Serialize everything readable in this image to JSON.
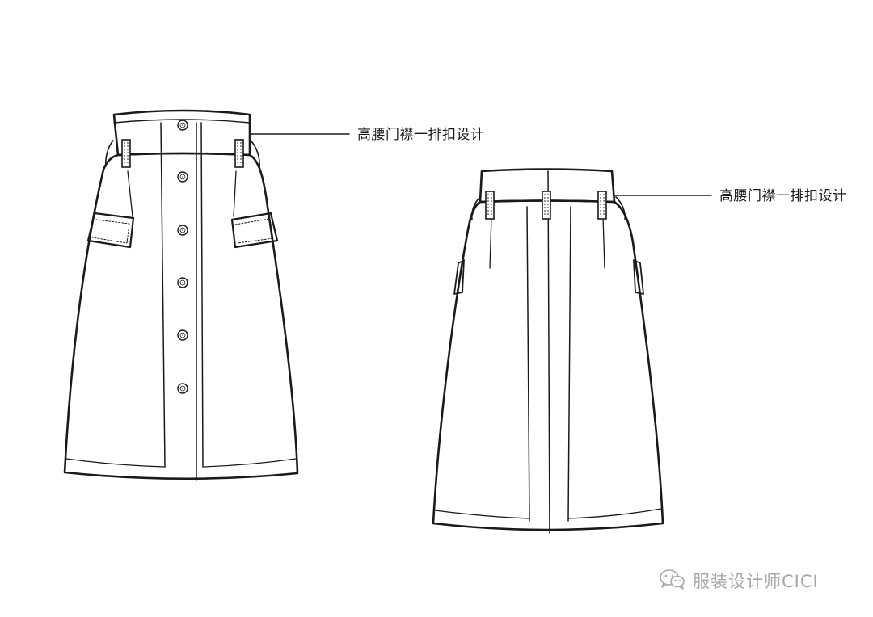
{
  "annotations": {
    "front_label": "高腰门襟一排扣设计",
    "back_label": "高腰门襟一排扣设计"
  },
  "watermark": {
    "text": "服装设计师CICI",
    "icon": "wechat-icon",
    "color": "#a8a8a8"
  },
  "colors": {
    "stroke": "#1a1a1a",
    "background": "#ffffff"
  }
}
